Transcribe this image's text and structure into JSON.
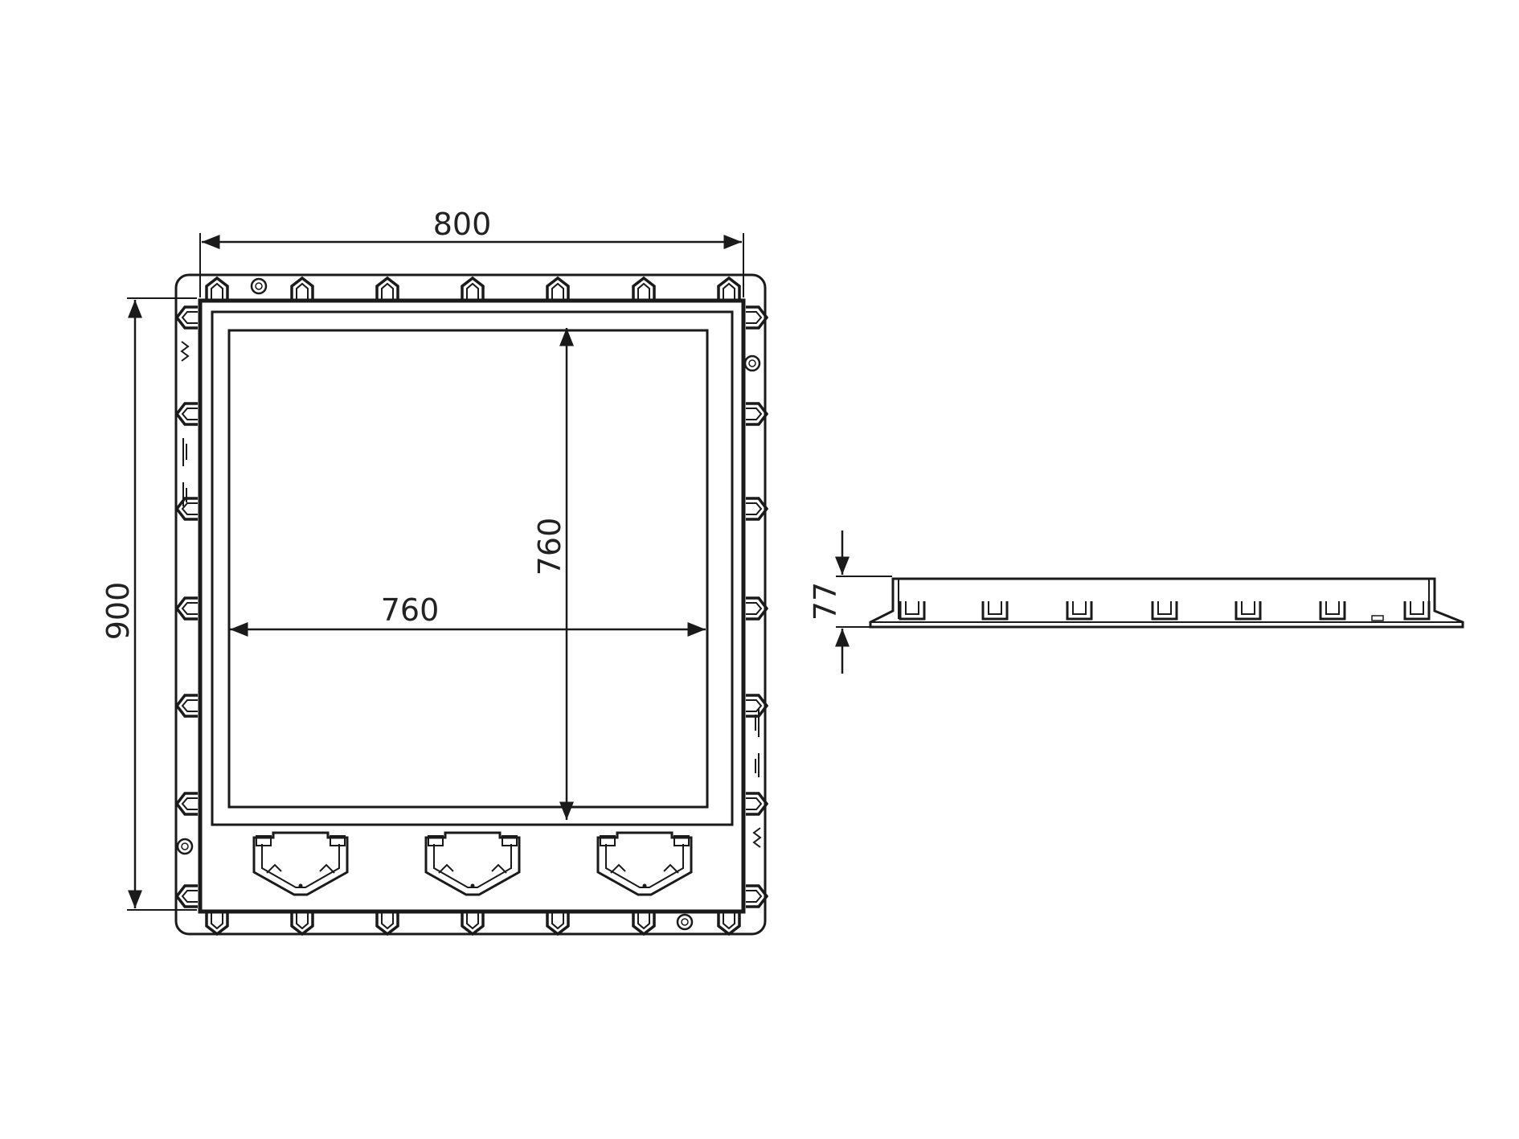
{
  "dimensions": {
    "outer_width": "800",
    "outer_height": "900",
    "inner_width": "760",
    "inner_height": "760",
    "side_height": "77"
  },
  "colors": {
    "line": "#1a1a1a",
    "background": "#ffffff"
  }
}
